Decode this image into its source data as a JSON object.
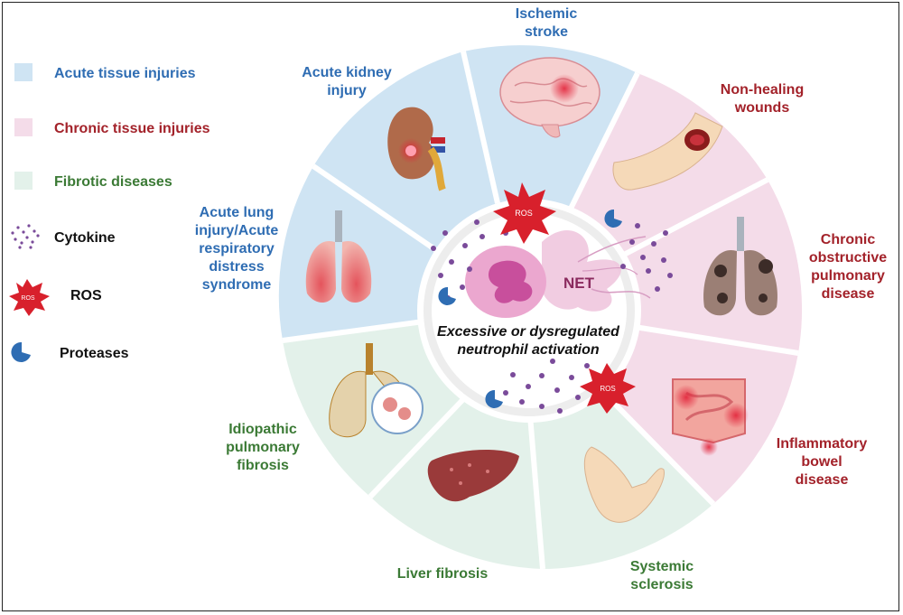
{
  "legend": {
    "acute": {
      "label": "Acute tissue injuries",
      "color": "#cfe4f3",
      "text_color": "#2f6db3"
    },
    "chronic": {
      "label": "Chronic tissue injuries",
      "color": "#f4dce9",
      "text_color": "#a3222a"
    },
    "fibrotic": {
      "label": "Fibrotic diseases",
      "color": "#e3f1ea",
      "text_color": "#3b7a35"
    },
    "cytokine": {
      "label": "Cytokine",
      "icon": "cytokine-dots-icon"
    },
    "ros": {
      "label": "ROS",
      "icon": "ros-burst-icon",
      "icon_text": "ROS"
    },
    "proteases": {
      "label": "Proteases",
      "icon": "protease-pacman-icon"
    }
  },
  "segments": {
    "ischemic_stroke": {
      "line1": "Ischemic",
      "line2": "stroke",
      "icon": "brain-icon"
    },
    "acute_kidney_injury": {
      "line1": "Acute kidney",
      "line2": "injury",
      "icon": "kidney-icon"
    },
    "acute_lung_injury": {
      "line1": "Acute lung",
      "line2": "injury/Acute",
      "line3": "respiratory",
      "line4": "distress",
      "line5": "syndrome",
      "icon": "lungs-icon"
    },
    "non_healing_wounds": {
      "line1": "Non-healing",
      "line2": "wounds",
      "icon": "wounded-leg-icon"
    },
    "copd": {
      "line1": "Chronic",
      "line2": "obstructive",
      "line3": "pulmonary",
      "line4": "disease",
      "icon": "damaged-lungs-icon"
    },
    "ibd": {
      "line1": "Inflammatory",
      "line2": "bowel",
      "line3": "disease",
      "icon": "intestine-icon"
    },
    "ipf": {
      "line1": "Idiopathic",
      "line2": "pulmonary",
      "line3": "fibrosis",
      "icon": "fibrotic-lungs-icon"
    },
    "liver_fibrosis": {
      "line1": "Liver fibrosis",
      "icon": "liver-icon"
    },
    "systemic_sclerosis": {
      "line1": "Systemic",
      "line2": "sclerosis",
      "icon": "hand-icon"
    }
  },
  "center": {
    "net_label": "NET",
    "caption_line1": "Excessive or dysregulated",
    "caption_line2": "neutrophil activation",
    "ros_label_1": "ROS",
    "ros_label_2": "ROS"
  }
}
